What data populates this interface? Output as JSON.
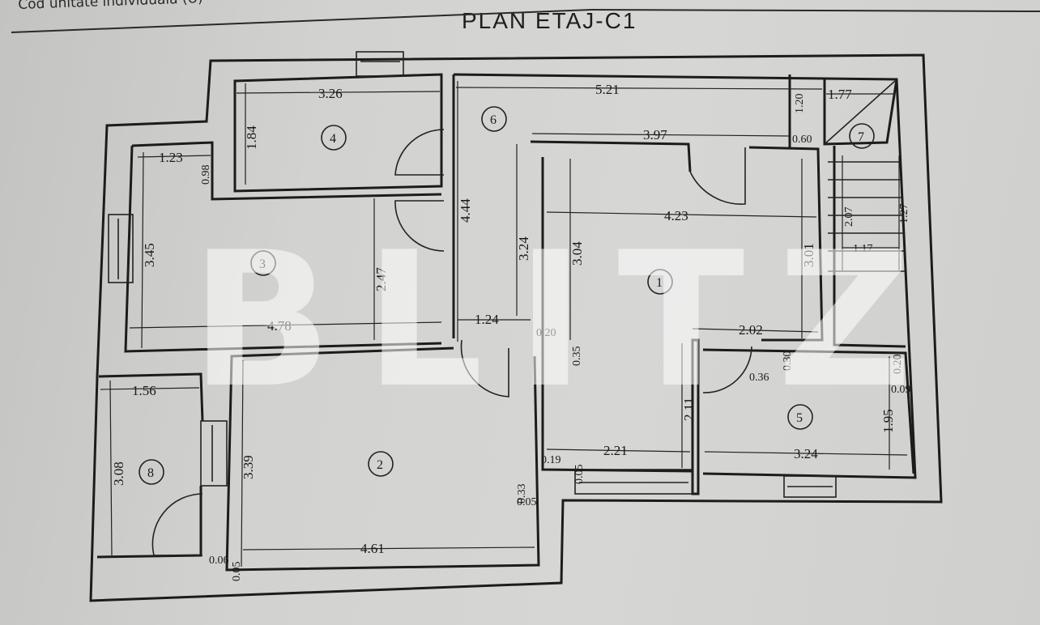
{
  "header": {
    "partial_text": "Cod unitate individuala (U)"
  },
  "title": "PLAN ETAJ-C1",
  "watermark": "BLITZ",
  "rooms": [
    {
      "id": "1",
      "label": "1"
    },
    {
      "id": "2",
      "label": "2"
    },
    {
      "id": "3",
      "label": "3"
    },
    {
      "id": "4",
      "label": "4"
    },
    {
      "id": "5",
      "label": "5"
    },
    {
      "id": "6",
      "label": "6"
    },
    {
      "id": "7",
      "label": "7"
    },
    {
      "id": "8",
      "label": "8"
    }
  ],
  "dimensions": {
    "r4_width": "3.26",
    "r4_height": "1.84",
    "r3_top_width": "1.23",
    "r3_top_height": "0.98",
    "r3_height": "3.45",
    "r3_inner_height": "2.47",
    "r3_width": "4.78",
    "r6_width": "5.21",
    "r6_height": "4.44",
    "r6_inner_height": "3.24",
    "r6_bottom_width": "1.24",
    "r1_top_width": "3.97",
    "r1_width": "4.23",
    "r1_left_height": "3.04",
    "r1_right_height": "3.01",
    "r1_mid_width": "2.02",
    "r1_bottom_width": "2.21",
    "r1_bottom_height": "2.11",
    "r7_width": "1.77",
    "r7_top_height": "1.20",
    "r7_gap": "0.60",
    "r7_stair_left": "2.07",
    "r7_stair_right": "1.27",
    "r7_stair_width": "1.17",
    "r5_width": "3.24",
    "r5_height": "1.95",
    "r5_notch": "0.36",
    "r5_notch_h": "0.30",
    "r5_right_notch": "0.20",
    "r5_right_offset": "0.09",
    "r8_width": "1.56",
    "r8_height": "3.08",
    "r2_height": "3.39",
    "r2_width": "4.61",
    "r2_notch_a": "0.06",
    "r2_notch_b": "0.05",
    "col_a": "0.20",
    "col_b": "0.35",
    "col_c": "0.19",
    "col_d": "0.05",
    "col_e": "0.33",
    "col_f": "0.05"
  }
}
